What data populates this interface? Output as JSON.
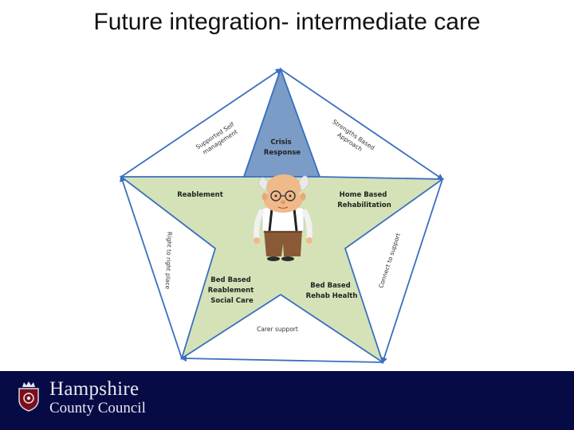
{
  "title": "Future integration- intermediate care",
  "diagram": {
    "nodes": {
      "crisis_response": [
        "Crisis",
        "Response"
      ],
      "reablement": [
        "Reablement"
      ],
      "home_based_rehab": [
        "Home Based",
        "Rehabilitation"
      ],
      "bed_based_reablement": [
        "Bed Based",
        "Reablement",
        "Social Care"
      ],
      "bed_based_rehab_health": [
        "Bed Based",
        "Rehab Health"
      ]
    },
    "edges": {
      "top_left": [
        "Supported Self",
        "management"
      ],
      "top_right": [
        "Strengths Based",
        "Approach"
      ],
      "left": "Right to right place",
      "right": "Connect to support",
      "bottom": "Carer support"
    },
    "colors": {
      "crisis": "#7b9cc7",
      "star": "#d5e2b8",
      "lines": "#3a6fc0"
    }
  },
  "footer": {
    "org_line1": "Hampshire",
    "org_line2": "County Council",
    "background": "#060a45"
  }
}
